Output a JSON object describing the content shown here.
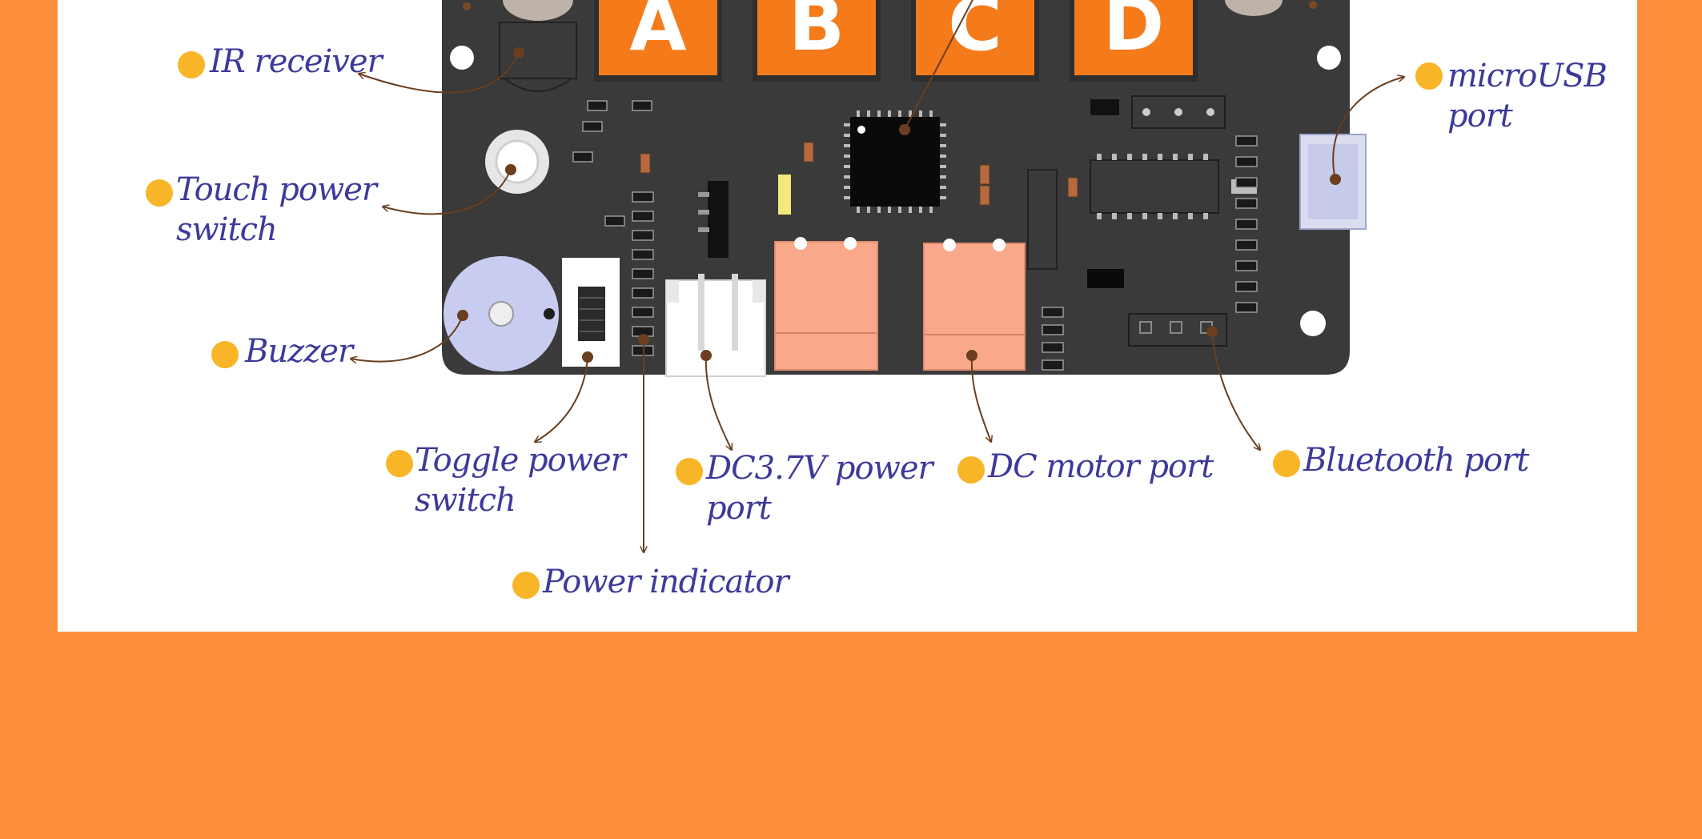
{
  "colors": {
    "background": "#FF8E3C",
    "panel": "#FFFFFF",
    "board": "#3A3A3A",
    "keycap": "#F57A1A",
    "label_text": "#3E3A9A",
    "label_dot": "#F7B527",
    "leader_line": "#6A3E1E",
    "port_pink": "#F9A98A",
    "buzzer": "#C8CCF0"
  },
  "board": {
    "keys": [
      "A",
      "B",
      "C",
      "D"
    ]
  },
  "labels": {
    "ir_receiver": {
      "lines": [
        "IR receiver"
      ]
    },
    "touch_power_switch": {
      "lines": [
        "Touch power",
        "switch"
      ]
    },
    "buzzer": {
      "lines": [
        "Buzzer"
      ]
    },
    "toggle_power_switch": {
      "lines": [
        "Toggle power",
        "switch"
      ]
    },
    "power_indicator": {
      "lines": [
        "Power indicator"
      ]
    },
    "dc_power_port": {
      "lines": [
        "DC3.7V power",
        "port"
      ]
    },
    "dc_motor_port": {
      "lines": [
        "DC motor port"
      ]
    },
    "bluetooth_port": {
      "lines": [
        "Bluetooth port"
      ]
    },
    "microusb_port": {
      "lines": [
        "microUSB",
        "port"
      ]
    }
  }
}
